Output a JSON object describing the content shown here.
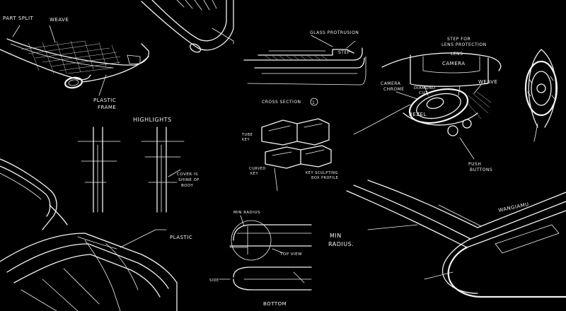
{
  "background_color": "#000000",
  "stroke_color": "#f2f2f2",
  "labels": {
    "part_split": "PART SPLIT",
    "weave": "WEAVE",
    "plastic_frame_1": "PLASTIC",
    "plastic_frame_2": "FRAME",
    "highlights": "HIGHLIGHTS",
    "glass_protrusion": "GLASS PROTRUSION",
    "step": "STEP",
    "cross_section": "CROSS SECTION",
    "cross_section_num": "1",
    "step_for_1": "STEP FOR",
    "step_for_2": "LENS PROTECTION",
    "lens": "LENS",
    "camera": "CAMERA",
    "camera_chrome_1": "CAMERA",
    "camera_chrome_2": "CHROME",
    "diamond_cut_1": "DIAMOND",
    "diamond_cut_2": "CUT",
    "weave_camera": "WEAVE",
    "bezel": "BEZEL",
    "push_buttons_1": "PUSH",
    "push_buttons_2": "BUTTONS",
    "cover_1": "COVER IS",
    "cover_2": "SHINE OF",
    "cover_3": "BODY",
    "tube_1a": "TUBE",
    "tube_1b": "KEY",
    "tube_2a": "CURVED",
    "tube_2b": "KEY",
    "key_sculpting_1": "KEY SCULPTING",
    "key_sculpting_2": "BOX PROFILE",
    "plastic": "PLASTIC",
    "min_radius_small": "MIN RADIUS",
    "top_view": "TOP VIEW",
    "side_view": "SIDE",
    "bottom": "BOTTOM",
    "min_radius_large_1": "MIN",
    "min_radius_large_2": "RADIUS.",
    "brand_mark": "WANGIAMU"
  }
}
